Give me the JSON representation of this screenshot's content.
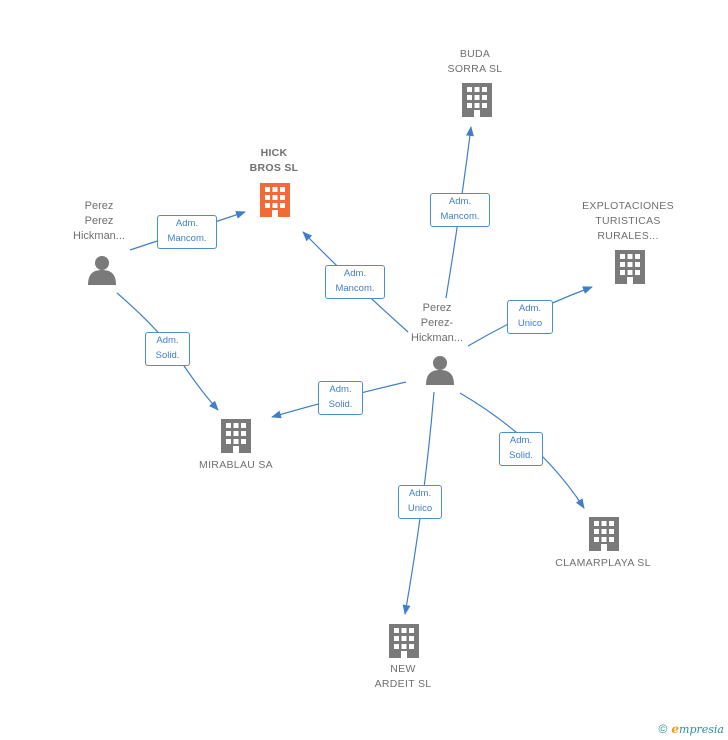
{
  "nodes": {
    "hick_bros": {
      "label": "HICK\nBROS  SL"
    },
    "buda_sorra": {
      "label": "BUDA\nSORRA  SL"
    },
    "explotaciones": {
      "label": "EXPLOTACIONES\nTURISTICAS\nRURALES..."
    },
    "mirablau": {
      "label": "MIRABLAU SA"
    },
    "clamarplaya": {
      "label": "CLAMARPLAYA SL"
    },
    "new_ardeit": {
      "label": "NEW\nARDEIT  SL"
    },
    "person_left": {
      "label": "Perez\nPerez\nHickman..."
    },
    "person_center": {
      "label": "Perez\nPerez-\nHickman..."
    }
  },
  "edges": {
    "pl_hick": {
      "label": "Adm.\nMancom."
    },
    "pl_mirablau": {
      "label": "Adm.\nSolid."
    },
    "pc_hick": {
      "label": "Adm.\nMancom."
    },
    "pc_buda": {
      "label": "Adm.\nMancom."
    },
    "pc_explot": {
      "label": "Adm.\nUnico"
    },
    "pc_mirablau": {
      "label": "Adm.\nSolid."
    },
    "pc_clamar": {
      "label": "Adm.\nSolid."
    },
    "pc_new": {
      "label": "Adm.\nUnico"
    }
  },
  "colors": {
    "edge": "#3f7fc8",
    "company": "#7a7a7a",
    "focus_company": "#f26a35",
    "person": "#7a7a7a"
  },
  "icons": {
    "company": "building-icon",
    "person": "person-icon"
  },
  "footer": {
    "copyright": "©",
    "brand_initial": "e",
    "brand_rest": "mpresia"
  }
}
